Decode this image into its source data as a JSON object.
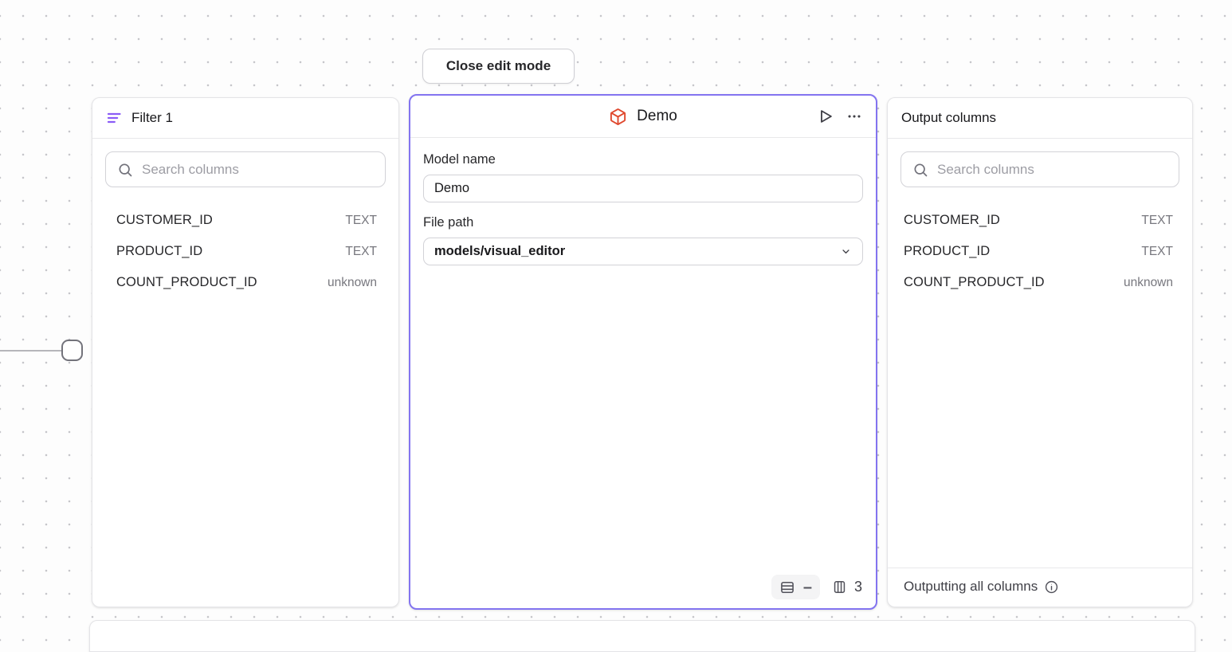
{
  "toolbar": {
    "close_edit_mode_label": "Close edit mode"
  },
  "filter_panel": {
    "title": "Filter 1",
    "icon": "filter-lines-icon",
    "search": {
      "placeholder": "Search columns"
    },
    "columns": [
      {
        "name": "CUSTOMER_ID",
        "type": "TEXT"
      },
      {
        "name": "PRODUCT_ID",
        "type": "TEXT"
      },
      {
        "name": "COUNT_PRODUCT_ID",
        "type": "unknown"
      }
    ]
  },
  "model_panel": {
    "title": "Demo",
    "icon": "cube-icon",
    "actions": {
      "run": "play-icon",
      "menu": "ellipsis-icon"
    },
    "model_name": {
      "label": "Model name",
      "value": "Demo"
    },
    "file_path": {
      "label": "File path",
      "value": "models/visual_editor"
    },
    "stats": {
      "row_count": "–",
      "column_count": "3"
    }
  },
  "output_panel": {
    "title": "Output columns",
    "search": {
      "placeholder": "Search columns"
    },
    "columns": [
      {
        "name": "CUSTOMER_ID",
        "type": "TEXT"
      },
      {
        "name": "PRODUCT_ID",
        "type": "TEXT"
      },
      {
        "name": "COUNT_PRODUCT_ID",
        "type": "unknown"
      }
    ],
    "footer_text": "Outputting all columns"
  },
  "colors": {
    "selected_node_border": "#8374f0",
    "filter_icon_purple": "#8b5cf6",
    "cube_icon_orange": "#e0492f",
    "panel_border": "#e4e4e7",
    "muted_text": "#77777e",
    "dot_grid": "#c6c6ca"
  }
}
